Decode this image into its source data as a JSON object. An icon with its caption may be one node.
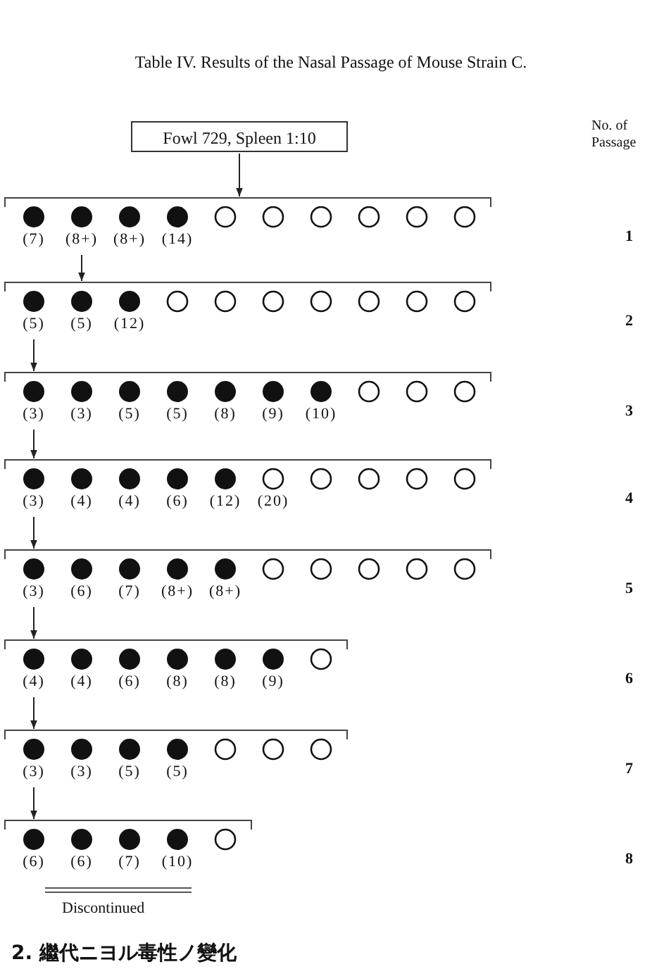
{
  "diagram": {
    "title": "Table IV. Results of the Nasal Passage of Mouse Strain C.",
    "nodes": [
      {
        "text": [
          "Fowl 729, Spleen 1:10"
        ]
      },
      {
        "text": [],
        "shape": "bracket"
      },
      {
        "text": [],
        "shape": "dot",
        "in": 1,
        "beside": [
          "(7)"
        ]
      },
      {
        "text": [],
        "shape": "dot",
        "in": 1,
        "beside": [
          "(8+)"
        ]
      },
      {
        "text": [],
        "shape": "dot",
        "in": 1,
        "beside": [
          "(8+)"
        ]
      },
      {
        "text": [],
        "shape": "dot",
        "in": 1,
        "beside": [
          "(14)"
        ]
      },
      {
        "text": [],
        "shape": "circle",
        "in": 1
      },
      {
        "text": [],
        "shape": "circle",
        "in": 1
      },
      {
        "text": [],
        "shape": "circle",
        "in": 1
      },
      {
        "text": [],
        "shape": "circle",
        "in": 1
      },
      {
        "text": [],
        "shape": "circle",
        "in": 1
      },
      {
        "text": [],
        "shape": "circle",
        "in": 1
      },
      {
        "text": [],
        "shape": "bracket"
      },
      {
        "text": [],
        "shape": "dot",
        "in": 12,
        "beside": [
          "(5)"
        ]
      },
      {
        "text": [],
        "shape": "dot",
        "in": 12,
        "beside": [
          "(5)"
        ]
      },
      {
        "text": [],
        "shape": "dot",
        "in": 12,
        "beside": [
          "(12)"
        ]
      },
      {
        "text": [],
        "shape": "circle",
        "in": 12
      },
      {
        "text": [],
        "shape": "circle",
        "in": 12
      },
      {
        "text": [],
        "shape": "circle",
        "in": 12
      },
      {
        "text": [],
        "shape": "circle",
        "in": 12
      },
      {
        "text": [],
        "shape": "circle",
        "in": 12
      },
      {
        "text": [],
        "shape": "circle",
        "in": 12
      },
      {
        "text": [],
        "shape": "circle",
        "in": 12
      },
      {
        "text": [],
        "shape": "bracket"
      },
      {
        "text": [],
        "shape": "dot",
        "in": 23,
        "beside": [
          "(3)"
        ]
      },
      {
        "text": [],
        "shape": "dot",
        "in": 23,
        "beside": [
          "(3)"
        ]
      },
      {
        "text": [],
        "shape": "dot",
        "in": 23,
        "beside": [
          "(5)"
        ]
      },
      {
        "text": [],
        "shape": "dot",
        "in": 23,
        "beside": [
          "(5)"
        ]
      },
      {
        "text": [],
        "shape": "dot",
        "in": 23,
        "beside": [
          "(8)"
        ]
      },
      {
        "text": [],
        "shape": "dot",
        "in": 23,
        "beside": [
          "(9)"
        ]
      },
      {
        "text": [],
        "shape": "dot",
        "in": 23,
        "beside": [
          "(10)"
        ]
      },
      {
        "text": [],
        "shape": "circle",
        "in": 23
      },
      {
        "text": [],
        "shape": "circle",
        "in": 23
      },
      {
        "text": [],
        "shape": "circle",
        "in": 23
      },
      {
        "text": [],
        "shape": "bracket"
      },
      {
        "text": [],
        "shape": "dot",
        "in": 34,
        "beside": [
          "(3)"
        ]
      },
      {
        "text": [],
        "shape": "dot",
        "in": 34,
        "beside": [
          "(4)"
        ]
      },
      {
        "text": [],
        "shape": "dot",
        "in": 34,
        "beside": [
          "(4)"
        ]
      },
      {
        "text": [],
        "shape": "dot",
        "in": 34,
        "beside": [
          "(6)"
        ]
      },
      {
        "text": [],
        "shape": "dot",
        "in": 34,
        "beside": [
          "(12)"
        ]
      },
      {
        "text": [],
        "shape": "circle",
        "in": 34,
        "beside": [
          "(20)"
        ]
      },
      {
        "text": [],
        "shape": "circle",
        "in": 34
      },
      {
        "text": [],
        "shape": "circle",
        "in": 34
      },
      {
        "text": [],
        "shape": "circle",
        "in": 34
      },
      {
        "text": [],
        "shape": "circle",
        "in": 34
      },
      {
        "text": [],
        "shape": "bracket"
      },
      {
        "text": [],
        "shape": "dot",
        "in": 45,
        "beside": [
          "(3)"
        ]
      },
      {
        "text": [],
        "shape": "dot",
        "in": 45,
        "beside": [
          "(6)"
        ]
      },
      {
        "text": [],
        "shape": "dot",
        "in": 45,
        "beside": [
          "(7)"
        ]
      },
      {
        "text": [],
        "shape": "dot",
        "in": 45,
        "beside": [
          "(8+)"
        ]
      },
      {
        "text": [],
        "shape": "dot",
        "in": 45,
        "beside": [
          "(8+)"
        ]
      },
      {
        "text": [],
        "shape": "circle",
        "in": 45
      },
      {
        "text": [],
        "shape": "circle",
        "in": 45
      },
      {
        "text": [],
        "shape": "circle",
        "in": 45
      },
      {
        "text": [],
        "shape": "circle",
        "in": 45
      },
      {
        "text": [],
        "shape": "circle",
        "in": 45
      },
      {
        "text": [],
        "shape": "bracket"
      },
      {
        "text": [],
        "shape": "dot",
        "in": 56,
        "beside": [
          "(4)"
        ]
      },
      {
        "text": [],
        "shape": "dot",
        "in": 56,
        "beside": [
          "(4)"
        ]
      },
      {
        "text": [],
        "shape": "dot",
        "in": 56,
        "beside": [
          "(6)"
        ]
      },
      {
        "text": [],
        "shape": "dot",
        "in": 56,
        "beside": [
          "(8)"
        ]
      },
      {
        "text": [],
        "shape": "dot",
        "in": 56,
        "beside": [
          "(8)"
        ]
      },
      {
        "text": [],
        "shape": "dot",
        "in": 56,
        "beside": [
          "(9)"
        ]
      },
      {
        "text": [],
        "shape": "circle",
        "in": 56
      },
      {
        "text": [],
        "shape": "bracket"
      },
      {
        "text": [],
        "shape": "dot",
        "in": 64,
        "beside": [
          "(3)"
        ]
      },
      {
        "text": [],
        "shape": "dot",
        "in": 64,
        "beside": [
          "(3)"
        ]
      },
      {
        "text": [],
        "shape": "dot",
        "in": 64,
        "beside": [
          "(5)"
        ]
      },
      {
        "text": [],
        "shape": "dot",
        "in": 64,
        "beside": [
          "(5)"
        ]
      },
      {
        "text": [],
        "shape": "circle",
        "in": 64
      },
      {
        "text": [],
        "shape": "circle",
        "in": 64
      },
      {
        "text": [],
        "shape": "circle",
        "in": 64
      },
      {
        "text": [],
        "shape": "bracket"
      },
      {
        "text": [],
        "shape": "dot",
        "in": 72,
        "beside": [
          "(6)"
        ]
      },
      {
        "text": [],
        "shape": "dot",
        "in": 72,
        "beside": [
          "(6)"
        ]
      },
      {
        "text": [],
        "shape": "dot",
        "in": 72,
        "beside": [
          "(7)"
        ]
      },
      {
        "text": [],
        "shape": "dot",
        "in": 72,
        "beside": [
          "(10)"
        ]
      },
      {
        "text": [],
        "shape": "circle",
        "in": 72
      }
    ],
    "edges": [
      {
        "from": 0,
        "to": 1,
        "arrow": "to"
      },
      {
        "from": 3,
        "to": 12,
        "arrow": "to"
      },
      {
        "from": 13,
        "to": 23,
        "arrow": "to"
      },
      {
        "from": 24,
        "to": 34,
        "arrow": "to"
      },
      {
        "from": 35,
        "to": 45,
        "arrow": "to"
      },
      {
        "from": 46,
        "to": 56,
        "arrow": "to"
      },
      {
        "from": 57,
        "to": 64,
        "arrow": "to"
      },
      {
        "from": 65,
        "to": 72,
        "arrow": "to"
      }
    ],
    "labels": [
      "No. of Passage",
      "1",
      "2",
      "3",
      "4",
      "5",
      "6",
      "7",
      "8",
      "Discontinued",
      "2. 繼代ニヨル毒性ノ變化"
    ]
  }
}
